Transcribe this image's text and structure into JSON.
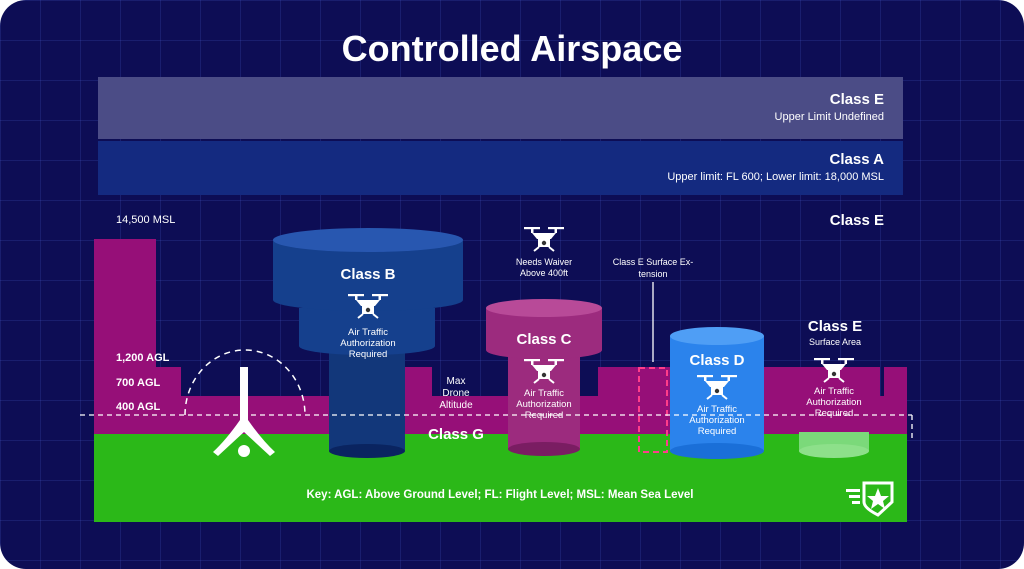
{
  "title": "Controlled Airspace",
  "class_e_top": {
    "name": "Class E",
    "subtitle": "Upper Limit Undefined"
  },
  "class_a": {
    "name": "Class A",
    "subtitle": "Upper limit: FL 600; Lower limit: 18,000 MSL"
  },
  "altitude_14500": "14,500 MSL",
  "class_e_mid": "Class E",
  "agl_labels": {
    "agl_1200": "1,200 AGL",
    "agl_700": "700 AGL",
    "agl_400": "400 AGL"
  },
  "class_b": {
    "name": "Class B",
    "note": "Air Traffic Authorization Required"
  },
  "class_c": {
    "name": "Class C",
    "note": "Air Traffic Authorization Required"
  },
  "class_d": {
    "name": "Class D",
    "note": "Air Traffic Authorization Required"
  },
  "class_e_surface": {
    "name": "Class E",
    "subtitle": "Surface Area",
    "note": "Air Traffic Authorization Required"
  },
  "waiver": "Needs Waiver Above 400ft",
  "class_e_ext": "Class E Surface Ex- tension",
  "max_drone": "Max Drone Altitude",
  "class_g": "Class G",
  "key": "Key: AGL: Above Ground Level; FL: Flight Level; MSL: Mean Sea Level",
  "colors": {
    "background": "#0d0d55",
    "class_e_band": "#4b4c86",
    "class_a_band": "#142a80",
    "magenta": "#960f78",
    "class_b": "#15408d",
    "class_c": "#9c2b7e",
    "class_d": "#2b83ec",
    "ground": "#2bb818"
  }
}
